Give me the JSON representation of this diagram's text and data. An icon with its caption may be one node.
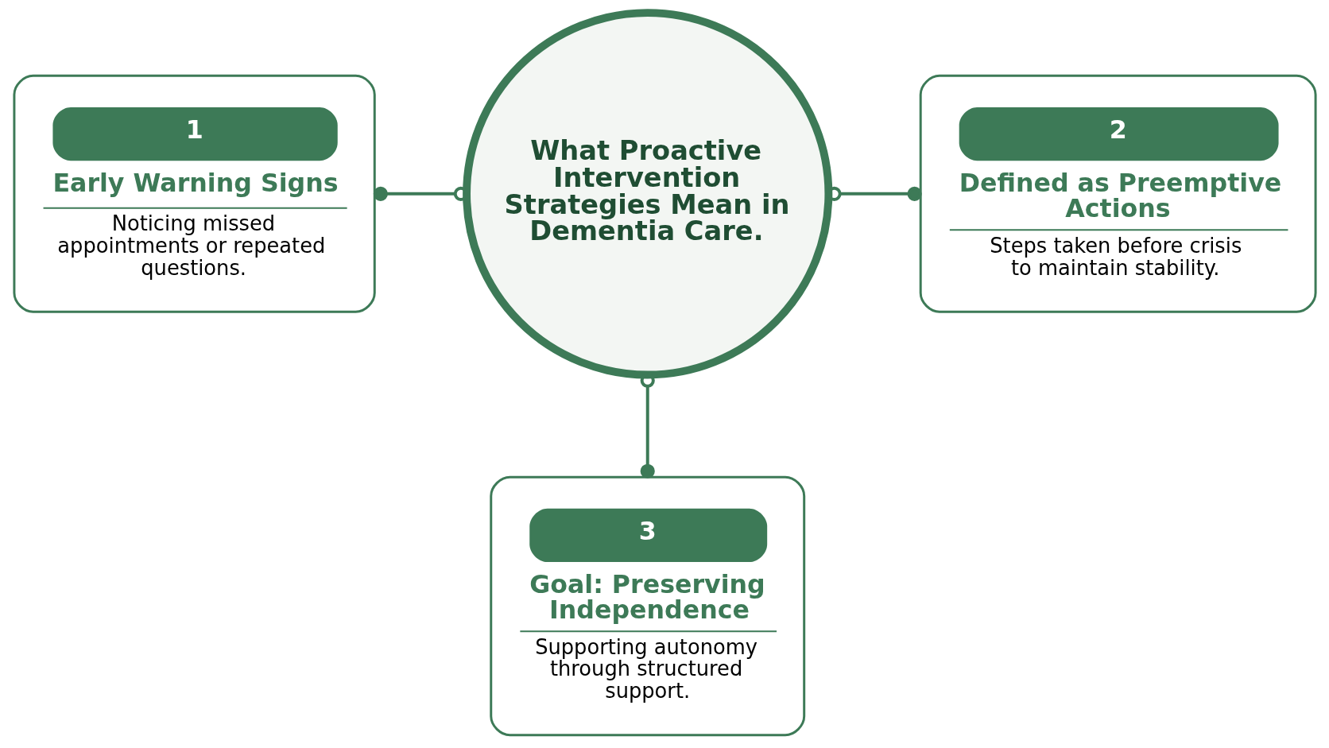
{
  "diagram": {
    "nodes": [
      {
        "text": [
          "1",
          "Early Warning Signs",
          "Noticing missed appointments or repeated questions."
        ]
      },
      {
        "text": [
          "What Proactive Intervention Strategies Mean in Dementia Care."
        ]
      },
      {
        "text": [
          "2",
          "Defined as Preemptive Actions",
          "Steps taken before crisis to maintain stability."
        ]
      },
      {
        "text": [
          "3",
          "Goal: Preserving Independence",
          "Supporting autonomy through structured support."
        ]
      }
    ],
    "edges": [
      {
        "from": 1,
        "to": 0,
        "arrow": "other"
      },
      {
        "from": 1,
        "to": 2,
        "arrow": "other"
      },
      {
        "from": 1,
        "to": 3,
        "arrow": "other"
      }
    ]
  }
}
